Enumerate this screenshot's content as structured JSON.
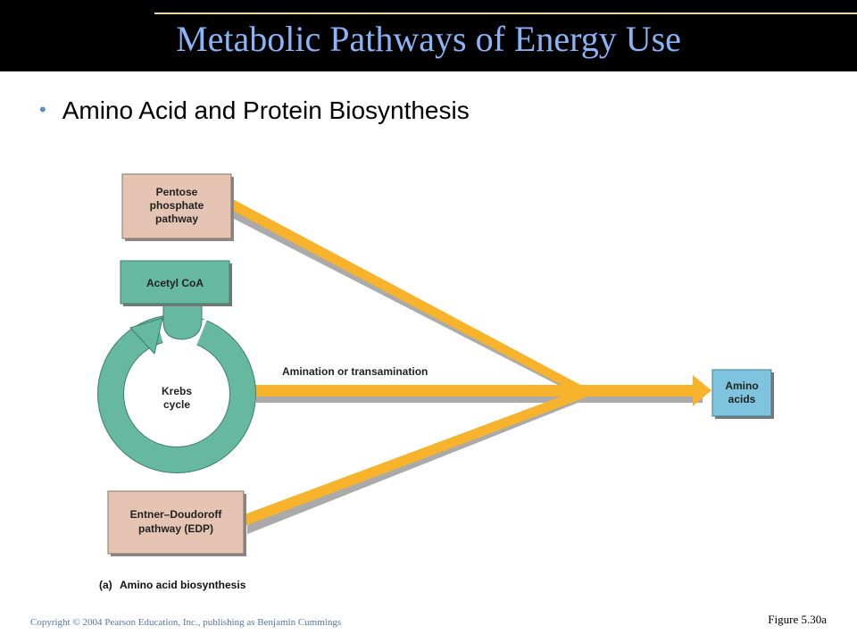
{
  "slide": {
    "title": "Metabolic Pathways of Energy Use",
    "bullet": "Amino Acid and Protein Biosynthesis"
  },
  "diagram": {
    "pentose": [
      "Pentose",
      "phosphate",
      "pathway"
    ],
    "acetyl": "Acetyl CoA",
    "krebs": [
      "Krebs",
      "cycle"
    ],
    "edp": [
      "Entner–Doudoroff",
      "pathway (EDP)"
    ],
    "amination_label": "Amination or transamination",
    "amino": [
      "Amino",
      "acids"
    ],
    "caption_prefix": "(a)",
    "caption_text": "Amino acid biosynthesis"
  },
  "footer": {
    "copyright": "Copyright © 2004 Pearson Education, Inc., publishing as Benjamin Cummings",
    "figure_ref": "Figure 5.30a"
  },
  "colors": {
    "title_text": "#8ab4f8",
    "arrow": "#f7b32b",
    "pink_box": "#e5c4b3",
    "teal_box": "#66b89e",
    "blue_box": "#7ec4de"
  }
}
